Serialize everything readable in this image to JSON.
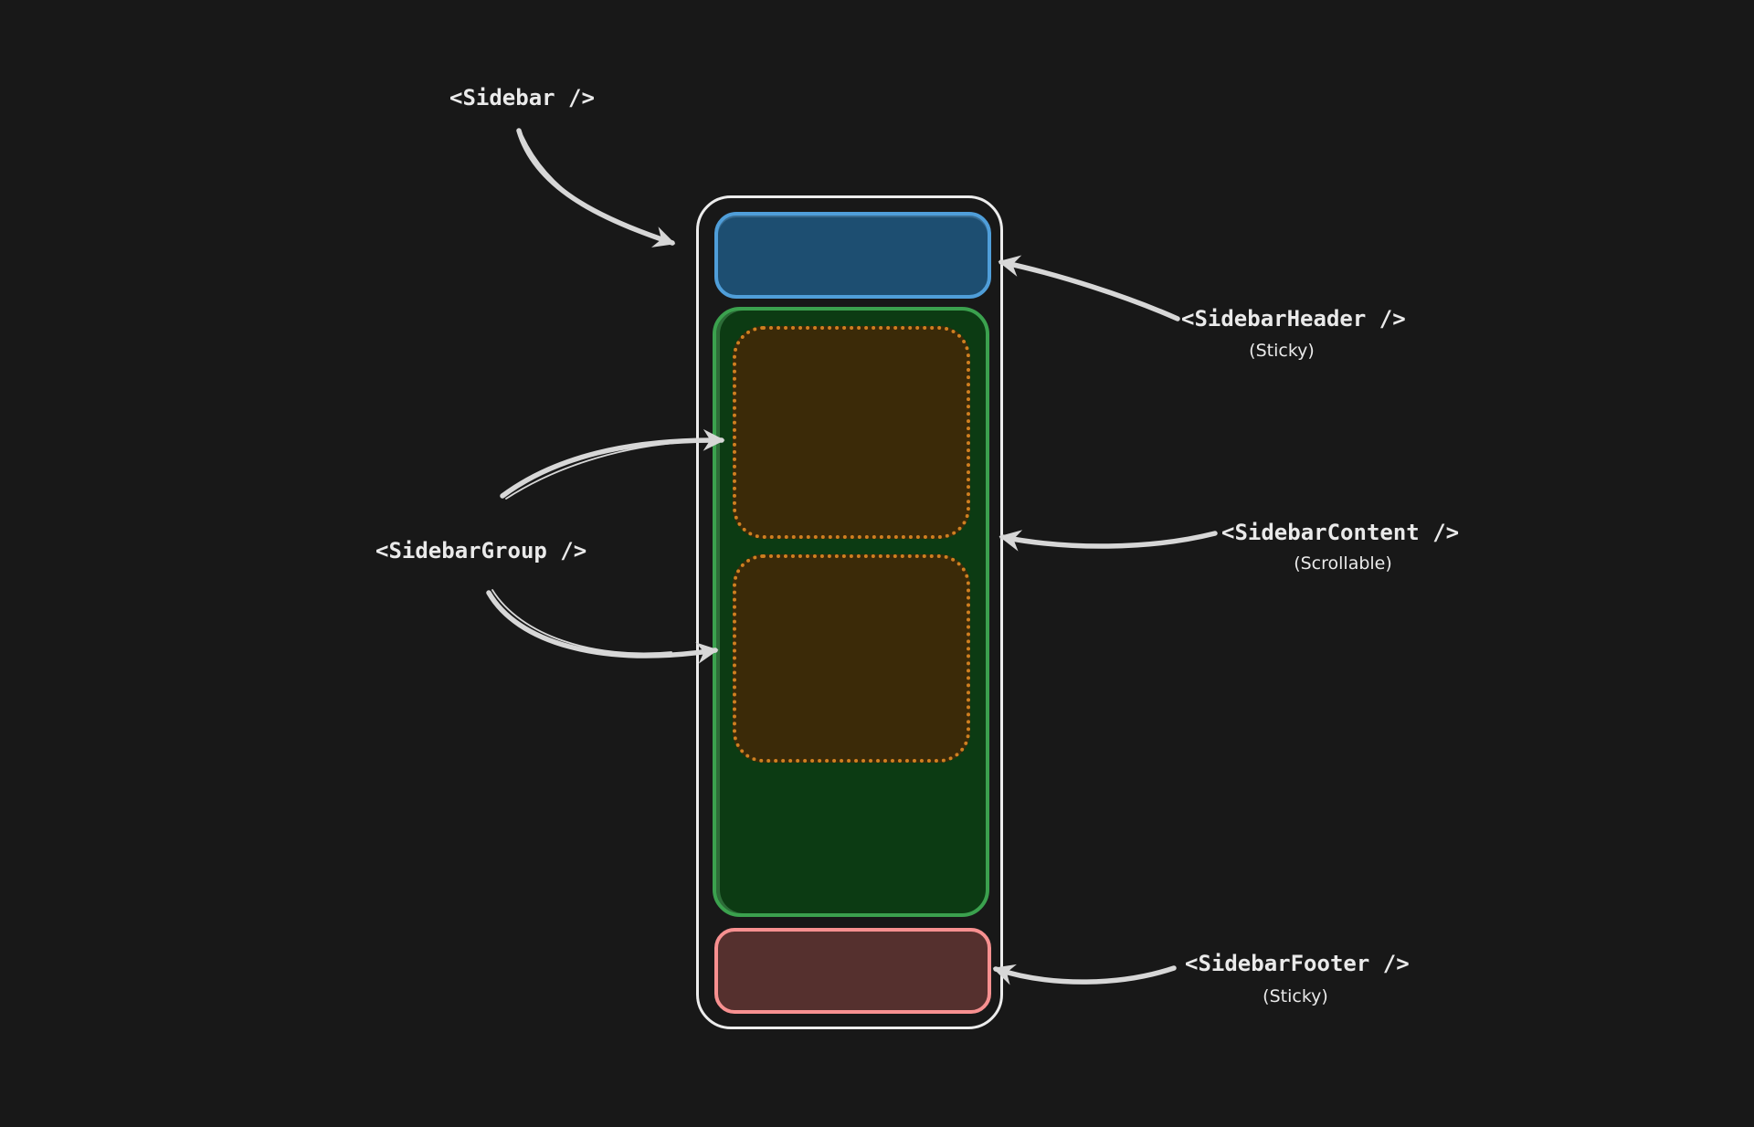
{
  "diagram": {
    "labels": {
      "sidebar": "<Sidebar />",
      "header": "<SidebarHeader />",
      "header_sub": "(Sticky)",
      "group": "<SidebarGroup />",
      "content": "<SidebarContent />",
      "content_sub": "(Scrollable)",
      "footer": "<SidebarFooter />",
      "footer_sub": "(Sticky)"
    },
    "colors": {
      "bg": "#181818",
      "stroke": "#d7d7d7",
      "text": "#eaeaea",
      "container-border": "#ececec",
      "header-border": "#4f9ed9",
      "header-fill": "#1d4e71",
      "content-border": "#3ba14e",
      "content-fill": "#0c3b13",
      "group-border": "#cf7f20",
      "group-fill": "#3b2a08",
      "footer-border": "#f79090",
      "footer-fill": "#55302e"
    }
  }
}
